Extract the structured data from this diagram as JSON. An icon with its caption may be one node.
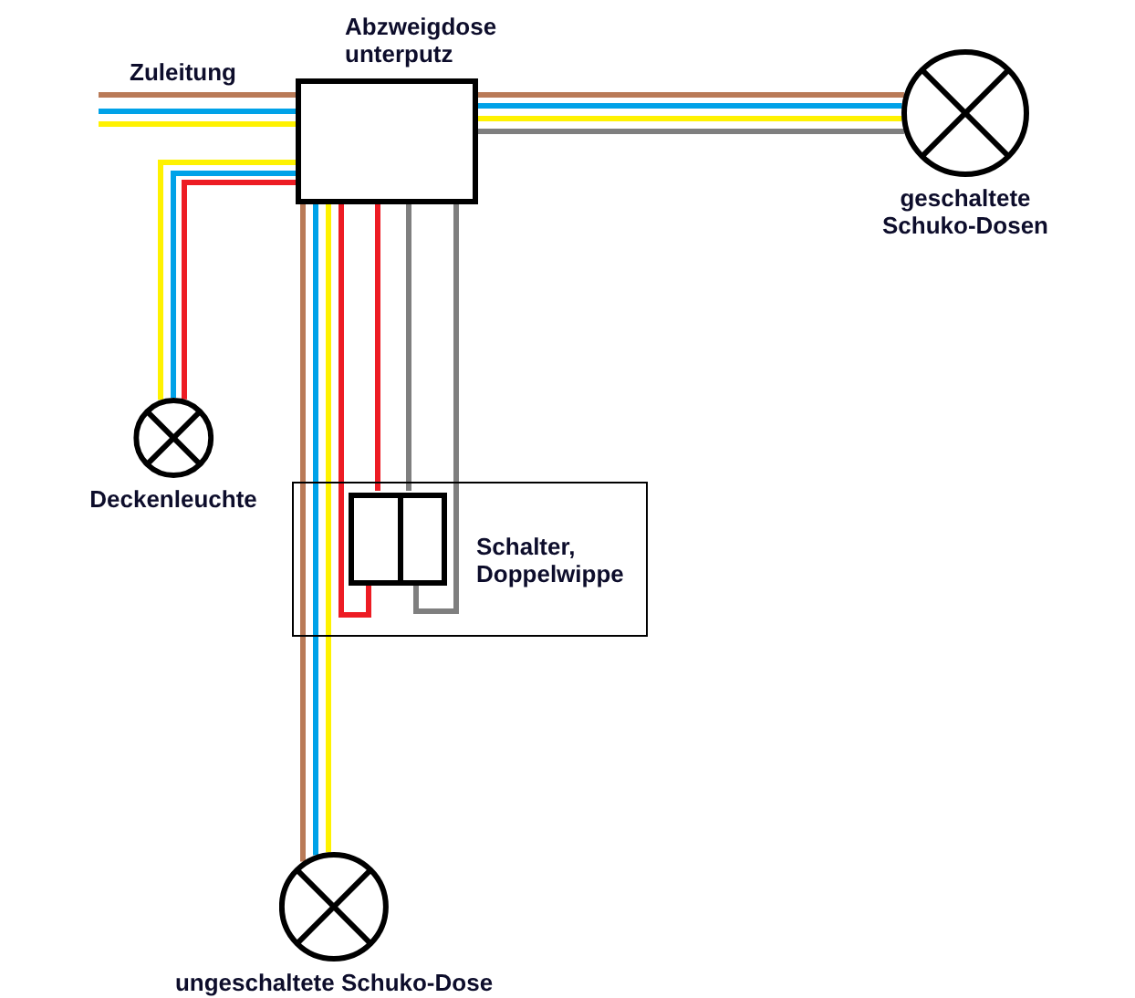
{
  "diagram": {
    "nodes": [
      {
        "text": [
          "Abzweigdose unterputz"
        ]
      },
      {
        "text": [
          "geschaltete Schuko-Dosen"
        ]
      },
      {
        "text": [
          "Deckenleuchte"
        ]
      },
      {
        "text": [
          "Schalter, Doppelwippe"
        ]
      },
      {
        "text": [],
        "shape": "box",
        "in": 3
      },
      {
        "text": [
          "ungeschaltete Schuko-Dose"
        ]
      }
    ],
    "edges": [
      {
        "from": null,
        "to": 0,
        "arrow": "none",
        "label": "Zuleitung",
        "color": "#b97a57"
      },
      {
        "from": null,
        "to": 0,
        "arrow": "none",
        "color": "#00a2e8"
      },
      {
        "from": null,
        "to": 0,
        "arrow": "none",
        "color": "#fff200"
      },
      {
        "from": 0,
        "to": 1,
        "arrow": "none",
        "color": "#b97a57"
      },
      {
        "from": 0,
        "to": 1,
        "arrow": "none",
        "color": "#00a2e8"
      },
      {
        "from": 0,
        "to": 1,
        "arrow": "none",
        "color": "#fff200"
      },
      {
        "from": 4,
        "to": 0,
        "arrow": "none",
        "color": "#7f7f7f"
      },
      {
        "from": 0,
        "to": 2,
        "arrow": "none",
        "color": "#fff200"
      },
      {
        "from": 0,
        "to": 2,
        "arrow": "none",
        "color": "#00a2e8"
      },
      {
        "from": 4,
        "to": 0,
        "arrow": "none",
        "color": "#ed1c24"
      },
      {
        "from": 0,
        "to": 4,
        "arrow": "none",
        "color": "#ed1c24"
      },
      {
        "from": 0,
        "to": 4,
        "arrow": "none",
        "color": "#7f7f7f"
      },
      {
        "from": 0,
        "to": 5,
        "arrow": "none",
        "color": "#b97a57"
      },
      {
        "from": 0,
        "to": 5,
        "arrow": "none",
        "color": "#00a2e8"
      },
      {
        "from": 0,
        "to": 5,
        "arrow": "none",
        "color": "#fff200"
      },
      {
        "from": 0,
        "to": 1,
        "arrow": "none",
        "color": "#7f7f7f"
      },
      {
        "from": 0,
        "to": 2,
        "arrow": "none",
        "color": "#ed1c24"
      }
    ]
  }
}
